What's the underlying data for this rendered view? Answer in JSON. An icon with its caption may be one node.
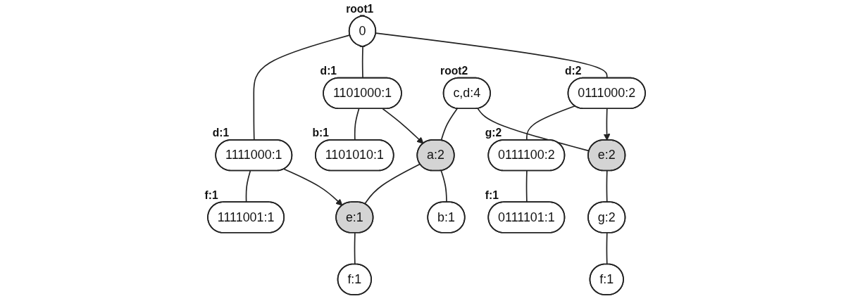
{
  "diagram": {
    "nodes": [
      {
        "text": [
          "0"
        ],
        "beside": [
          "root1"
        ]
      },
      {
        "text": [
          "1111000:1"
        ],
        "beside": [
          "d:1"
        ]
      },
      {
        "text": [
          "1111001:1"
        ],
        "beside": [
          "f:1"
        ]
      },
      {
        "text": [
          "1101000:1"
        ],
        "beside": [
          "d:1"
        ]
      },
      {
        "text": [
          "1101010:1"
        ],
        "beside": [
          "b:1"
        ]
      },
      {
        "text": [
          "0111000:2"
        ],
        "beside": [
          "d:2"
        ]
      },
      {
        "text": [
          "0111100:2"
        ],
        "beside": [
          "g:2"
        ]
      },
      {
        "text": [
          "0111101:1"
        ],
        "beside": [
          "f:1"
        ]
      },
      {
        "text": [
          "c,d:4"
        ],
        "beside": [
          "root2"
        ]
      },
      {
        "text": [
          "a:2"
        ]
      },
      {
        "text": [
          "e:1"
        ]
      },
      {
        "text": [
          "f:1"
        ]
      },
      {
        "text": [
          "b:1"
        ]
      },
      {
        "text": [
          "e:2"
        ]
      },
      {
        "text": [
          "g:2"
        ]
      },
      {
        "text": [
          "f:1"
        ]
      }
    ],
    "edges": [
      {
        "from": 0,
        "to": 1,
        "arrow": "none"
      },
      {
        "from": 0,
        "to": 3,
        "arrow": "none"
      },
      {
        "from": 0,
        "to": 5,
        "arrow": "none"
      },
      {
        "from": 1,
        "to": 2,
        "arrow": "none"
      },
      {
        "from": 3,
        "to": 4,
        "arrow": "none"
      },
      {
        "from": 5,
        "to": 6,
        "arrow": "none"
      },
      {
        "from": 6,
        "to": 7,
        "arrow": "none"
      },
      {
        "from": 8,
        "to": 9,
        "arrow": "none"
      },
      {
        "from": 8,
        "to": 13,
        "arrow": "none"
      },
      {
        "from": 9,
        "to": 10,
        "arrow": "none"
      },
      {
        "from": 9,
        "to": 12,
        "arrow": "none"
      },
      {
        "from": 10,
        "to": 11,
        "arrow": "none"
      },
      {
        "from": 13,
        "to": 14,
        "arrow": "none"
      },
      {
        "from": 14,
        "to": 15,
        "arrow": "none"
      },
      {
        "from": 3,
        "to": 9,
        "arrow": "to"
      },
      {
        "from": 1,
        "to": 10,
        "arrow": "to"
      },
      {
        "from": 5,
        "to": 13,
        "arrow": "to"
      }
    ]
  }
}
